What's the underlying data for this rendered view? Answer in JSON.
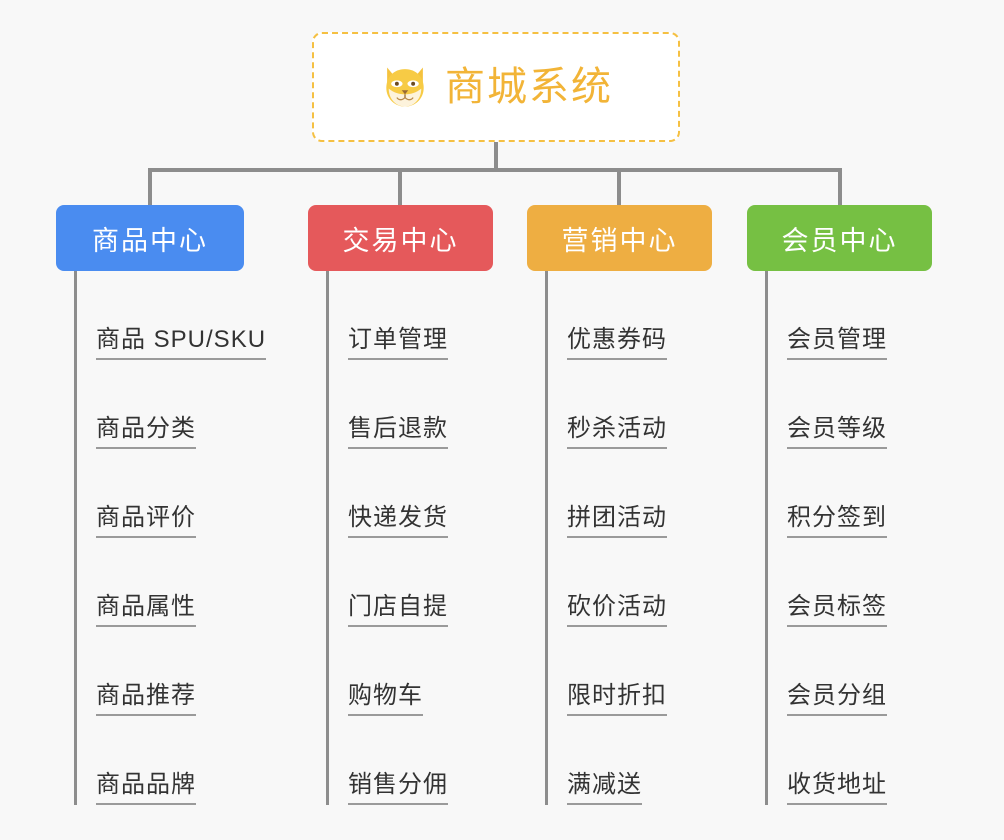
{
  "page": {
    "background_color": "#f8f8f8",
    "line_color": "#8d8d8d"
  },
  "root": {
    "title": "商城系统",
    "icon": "dog-face-emoji",
    "border_color": "#f5c042",
    "text_color": "#f2b437",
    "background_color": "#ffffff"
  },
  "branches": [
    {
      "title": "商品中心",
      "color": "#4a8cf0",
      "items": [
        {
          "label": "商品 SPU/SKU"
        },
        {
          "label": "商品分类"
        },
        {
          "label": "商品评价"
        },
        {
          "label": "商品属性"
        },
        {
          "label": "商品推荐"
        },
        {
          "label": "商品品牌"
        }
      ]
    },
    {
      "title": "交易中心",
      "color": "#e5595b",
      "items": [
        {
          "label": "订单管理"
        },
        {
          "label": "售后退款"
        },
        {
          "label": "快递发货"
        },
        {
          "label": "门店自提"
        },
        {
          "label": "购物车"
        },
        {
          "label": "销售分佣"
        }
      ]
    },
    {
      "title": "营销中心",
      "color": "#eeae42",
      "items": [
        {
          "label": "优惠券码"
        },
        {
          "label": "秒杀活动"
        },
        {
          "label": "拼团活动"
        },
        {
          "label": "砍价活动"
        },
        {
          "label": "限时折扣"
        },
        {
          "label": "满减送"
        }
      ]
    },
    {
      "title": "会员中心",
      "color": "#76c043",
      "items": [
        {
          "label": "会员管理"
        },
        {
          "label": "会员等级"
        },
        {
          "label": "积分签到"
        },
        {
          "label": "会员标签"
        },
        {
          "label": "会员分组"
        },
        {
          "label": "收货地址"
        }
      ]
    }
  ]
}
